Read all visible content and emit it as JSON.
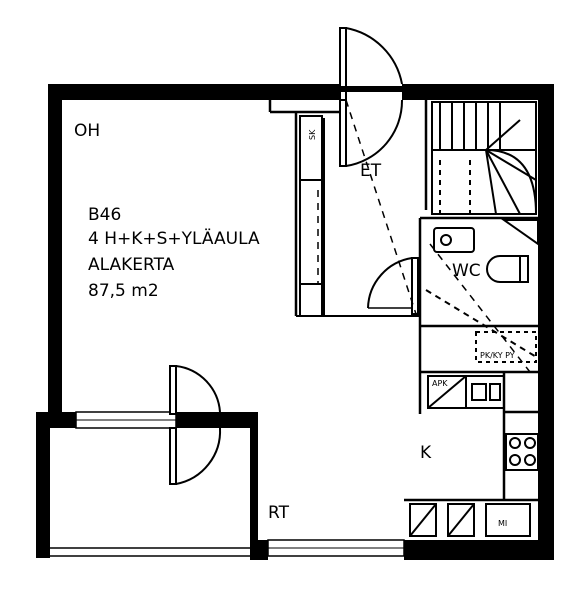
{
  "rooms": {
    "oh": "OH",
    "et": "ET",
    "wc": "WC",
    "k": "K",
    "rt": "RT"
  },
  "apartment": {
    "code": "B46",
    "layout": "4 H+K+S+YLÄAULA",
    "floor": "ALAKERTA",
    "area": "87,5 m2"
  },
  "fixtures": {
    "sk": "SK",
    "pk_ky_py": "PK/KY PY",
    "apk": "APK",
    "mi": "MI"
  },
  "colors": {
    "wall": "#000000",
    "background": "#ffffff"
  }
}
